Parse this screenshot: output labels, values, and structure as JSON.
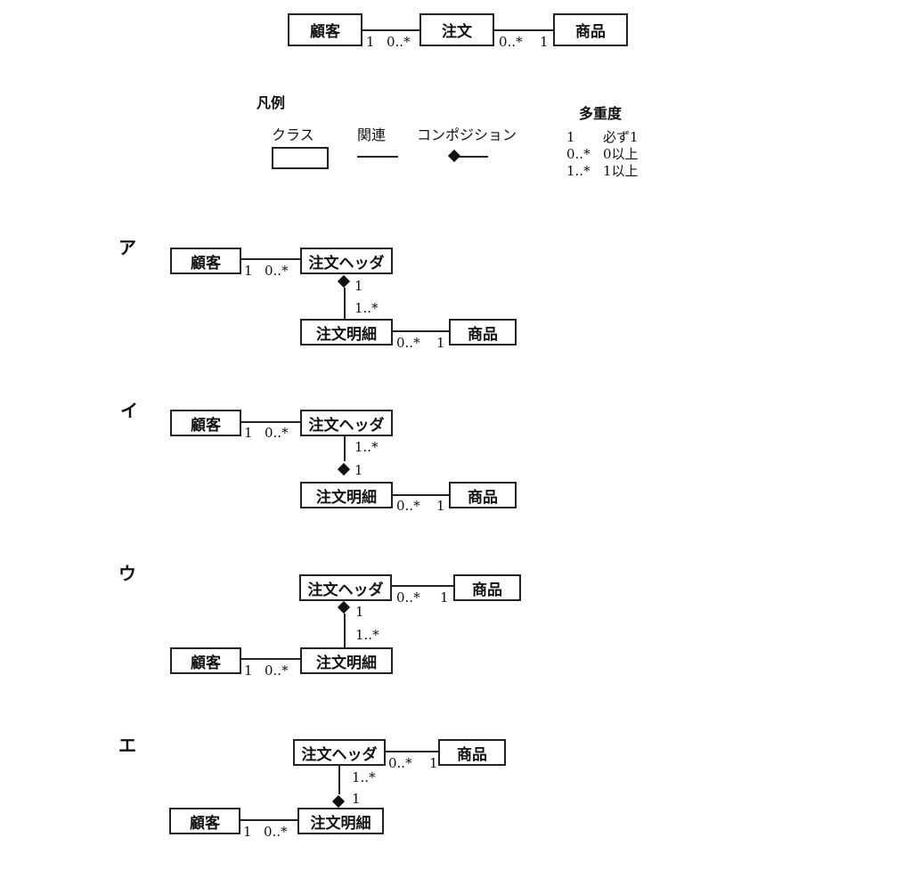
{
  "top": {
    "customer": "顧客",
    "order": "注文",
    "product": "商品",
    "m1": "1",
    "m2": "0..*",
    "m3": "0..*",
    "m4": "1"
  },
  "legend": {
    "title": "凡例",
    "class_label": "クラス",
    "assoc_label": "関連",
    "comp_label": "コンポジション",
    "mult_title": "多重度",
    "mult_rows": [
      [
        "1",
        "必ず1"
      ],
      [
        "0..*",
        "0以上"
      ],
      [
        "1..*",
        "1以上"
      ]
    ]
  },
  "options": [
    {
      "label": "ア",
      "customer": "顧客",
      "header": "注文ヘッダ",
      "detail": "注文明細",
      "product": "商品",
      "ch_m1": "1",
      "ch_m2": "0..*",
      "comp_top": "1",
      "comp_bottom": "1..*",
      "dp_m1": "0..*",
      "dp_m2": "1"
    },
    {
      "label": "イ",
      "customer": "顧客",
      "header": "注文ヘッダ",
      "detail": "注文明細",
      "product": "商品",
      "ch_m1": "1",
      "ch_m2": "0..*",
      "comp_top": "1..*",
      "comp_bottom": "1",
      "dp_m1": "0..*",
      "dp_m2": "1"
    },
    {
      "label": "ウ",
      "customer": "顧客",
      "header": "注文ヘッダ",
      "detail": "注文明細",
      "product": "商品",
      "hp_m1": "0..*",
      "hp_m2": "1",
      "comp_top": "1",
      "comp_bottom": "1..*",
      "cd_m1": "1",
      "cd_m2": "0..*"
    },
    {
      "label": "エ",
      "customer": "顧客",
      "header": "注文ヘッダ",
      "detail": "注文明細",
      "product": "商品",
      "hp_m1": "0..*",
      "hp_m2": "1",
      "comp_top": "1..*",
      "comp_bottom": "1",
      "cd_m1": "1",
      "cd_m2": "0..*"
    }
  ]
}
